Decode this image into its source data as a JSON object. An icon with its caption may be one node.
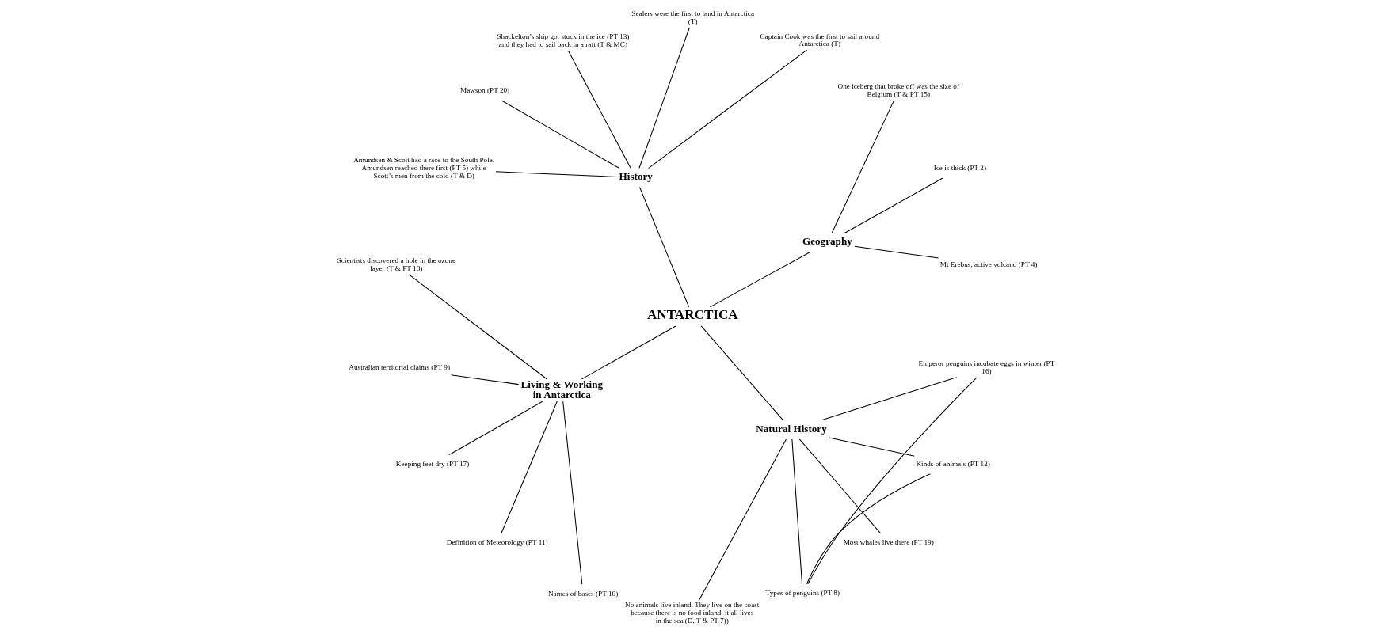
{
  "diagram": {
    "nodes": [
      {
        "text": [
          "Mt Erebus, active volcano (PT 4)"
        ]
      },
      {
        "text": [
          "Captain Cook was the first to sail around Antarctica (T)"
        ]
      },
      {
        "text": [
          "Ice is thick (PT 2)"
        ]
      },
      {
        "text": [
          "Sealers were the first to land in Antarctica (T)"
        ]
      },
      {
        "text": [
          "Shackelton’s ship got stuck in the ice (PT 13) and they had to sail back in a raft (T & MC)"
        ]
      },
      {
        "text": [
          "Geography"
        ]
      },
      {
        "text": [
          "History"
        ]
      },
      {
        "text": [
          "One iceberg that broke off was the size of Belgium (T & PT 15)"
        ]
      },
      {
        "text": [
          "Mawson (PT 20)"
        ]
      },
      {
        "text": [
          "Amundsen & Scott had a race to the South Pole. Amundsen reached there first (PT 5) while Scott’s men from the cold (T & D)"
        ]
      },
      {
        "text": [
          "ANTARCTICA"
        ]
      },
      {
        "text": [
          "No animals live inland. They live on the coast because there is no food inland, it all lives in the sea (D, T & PT 7))"
        ]
      },
      {
        "text": [
          "Scientists discovered a hole in the ozone layer (T & PT 18)"
        ]
      },
      {
        "text": [
          "Types of penguins (PT 8)"
        ]
      },
      {
        "text": [
          "Australian territorial claims (PT 9)"
        ]
      },
      {
        "text": [
          "Most whales live there (PT 19)"
        ]
      },
      {
        "text": [
          "Living & Working in Antarctica"
        ]
      },
      {
        "text": [
          "Keeping feet dry (PT 17)"
        ]
      },
      {
        "text": [
          "Natural History"
        ]
      },
      {
        "text": [
          "Definition of Meteorology (PT 11)"
        ]
      },
      {
        "text": [
          "Kinds of animals (PT 12)"
        ]
      },
      {
        "text": [
          "Emperor penguins incubate eggs in winter (PT 16)"
        ]
      },
      {
        "text": [
          "Names of bases (PT 10)"
        ]
      }
    ],
    "edges": [
      {
        "from": 10,
        "to": 5,
        "arrow": "none"
      },
      {
        "from": 10,
        "to": 6,
        "arrow": "none"
      },
      {
        "from": 10,
        "to": 16,
        "arrow": "none"
      },
      {
        "from": 10,
        "to": 18,
        "arrow": "none"
      },
      {
        "from": 5,
        "to": 2,
        "arrow": "none"
      },
      {
        "from": 5,
        "to": 0,
        "arrow": "none"
      },
      {
        "from": 5,
        "to": 7,
        "arrow": "none"
      },
      {
        "from": 6,
        "to": 1,
        "arrow": "none"
      },
      {
        "from": 6,
        "to": 3,
        "arrow": "none"
      },
      {
        "from": 6,
        "to": 4,
        "arrow": "none"
      },
      {
        "from": 6,
        "to": 8,
        "arrow": "none"
      },
      {
        "from": 6,
        "to": 9,
        "arrow": "none"
      },
      {
        "from": 16,
        "to": 12,
        "arrow": "none"
      },
      {
        "from": 16,
        "to": 14,
        "arrow": "none"
      },
      {
        "from": 16,
        "to": 17,
        "arrow": "none"
      },
      {
        "from": 16,
        "to": 19,
        "arrow": "none"
      },
      {
        "from": 16,
        "to": 22,
        "arrow": "none"
      },
      {
        "from": 18,
        "to": 11,
        "arrow": "none"
      },
      {
        "from": 18,
        "to": 15,
        "arrow": "none"
      },
      {
        "from": 18,
        "to": 13,
        "arrow": "none"
      },
      {
        "from": 18,
        "to": 20,
        "arrow": "none"
      },
      {
        "from": 18,
        "to": 21,
        "arrow": "none"
      },
      {
        "from": 13,
        "to": 20,
        "arrow": "none"
      },
      {
        "from": 13,
        "to": 21,
        "arrow": "none"
      }
    ]
  }
}
